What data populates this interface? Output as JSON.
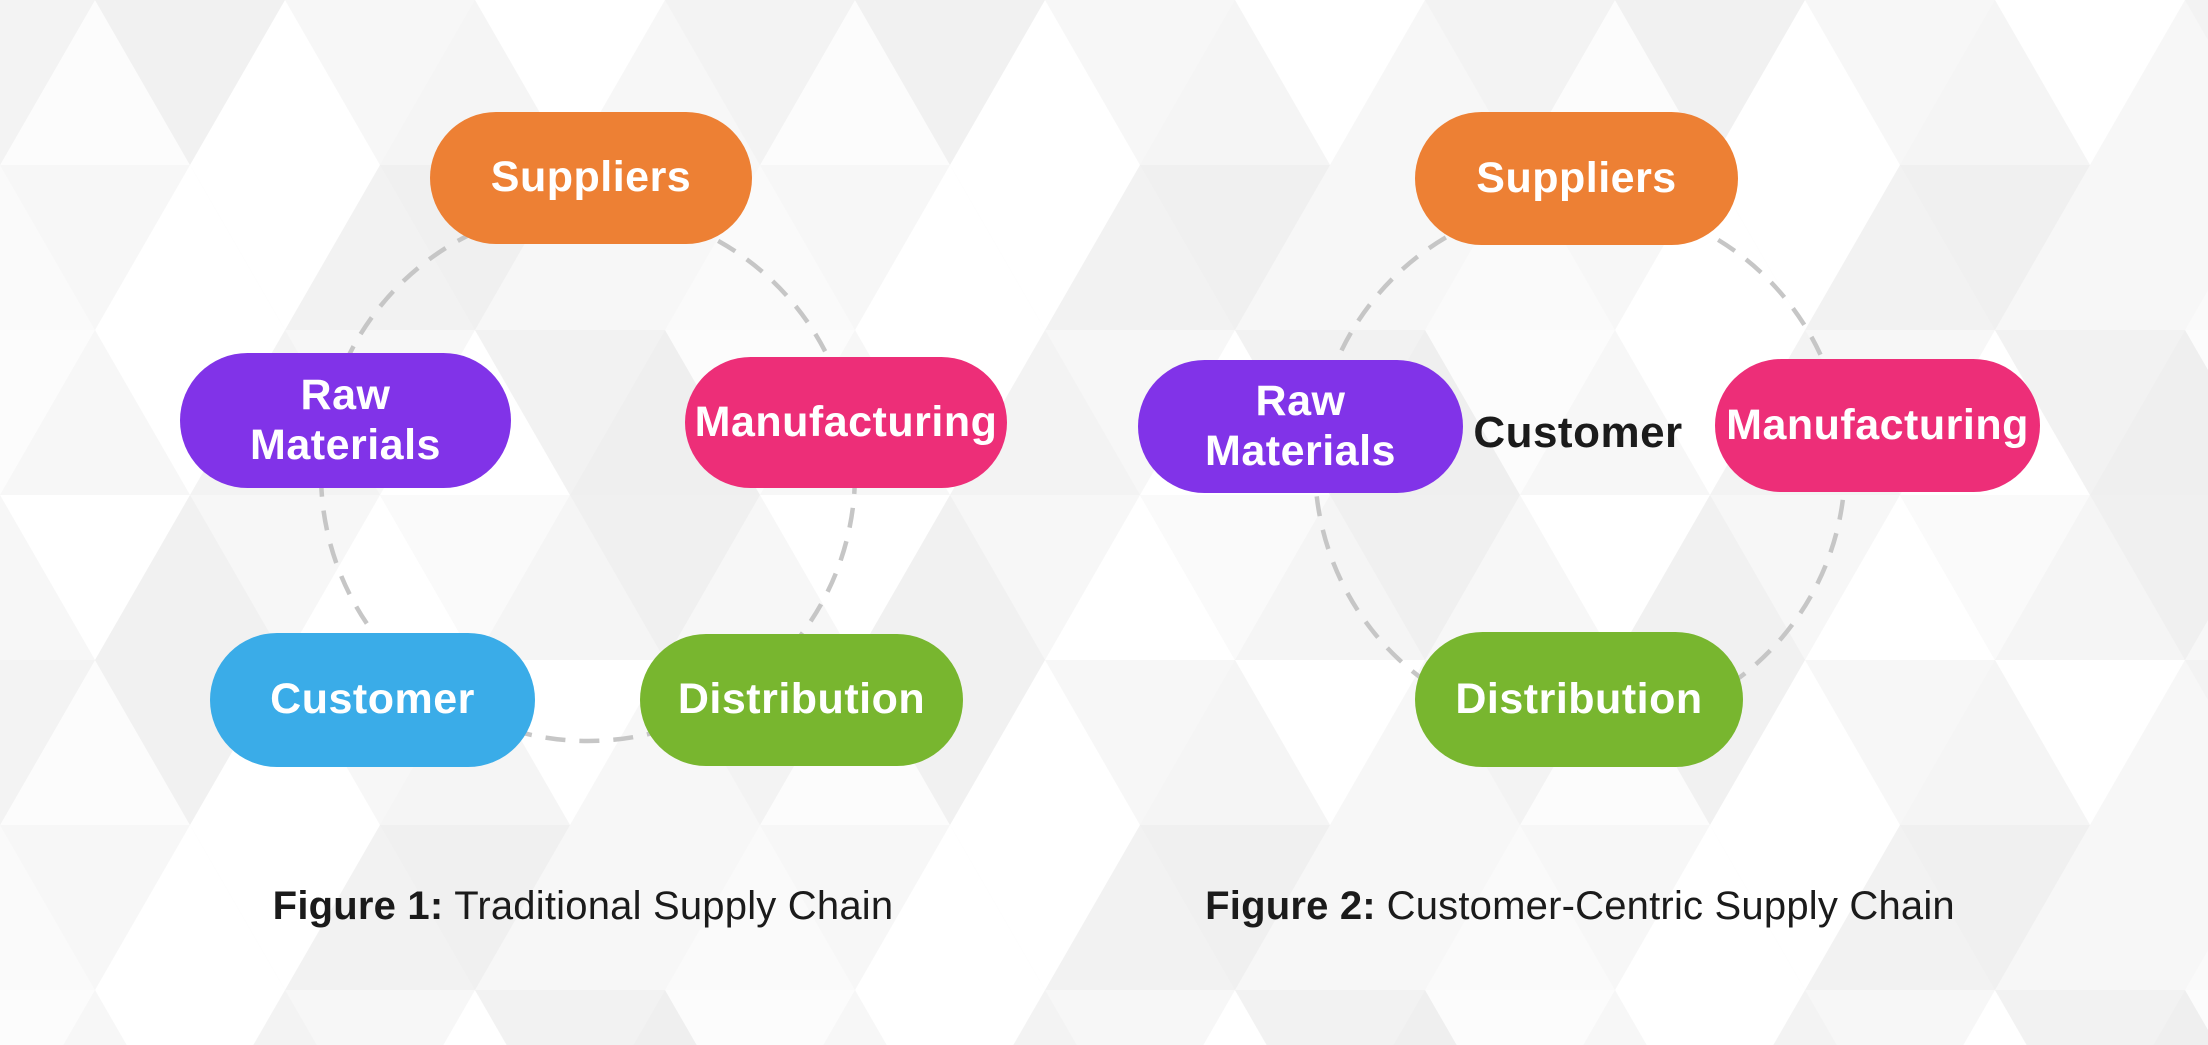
{
  "colors": {
    "dash": "#c6c6c6",
    "ink": "#1b1b1b",
    "orange": "#ED8034",
    "purple": "#8133E8",
    "pink": "#ED2E78",
    "blue": "#3AACE8",
    "green": "#78B62F"
  },
  "figure1": {
    "caption": {
      "prefix": "Figure 1:",
      "rest": "Traditional Supply Chain"
    },
    "nodes": {
      "suppliers": {
        "label": "Suppliers",
        "color": "#ED8034"
      },
      "raw_materials": {
        "label": "Raw\nMaterials",
        "color": "#8133E8"
      },
      "manufacturing": {
        "label": "Manufacturing",
        "color": "#ED2E78"
      },
      "customer": {
        "label": "Customer",
        "color": "#3AACE8"
      },
      "distribution": {
        "label": "Distribution",
        "color": "#78B62F"
      }
    }
  },
  "figure2": {
    "caption": {
      "prefix": "Figure 2:",
      "rest": "Customer-Centric Supply Chain"
    },
    "center_label": "Customer",
    "nodes": {
      "suppliers": {
        "label": "Suppliers",
        "color": "#ED8034"
      },
      "raw_materials": {
        "label": "Raw\nMaterials",
        "color": "#8133E8"
      },
      "manufacturing": {
        "label": "Manufacturing",
        "color": "#ED2E78"
      },
      "distribution": {
        "label": "Distribution",
        "color": "#78B62F"
      }
    }
  }
}
